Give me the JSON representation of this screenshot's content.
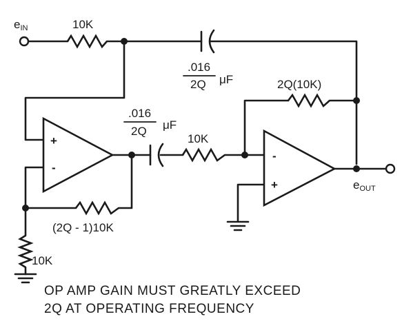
{
  "schematic": {
    "input": {
      "e": "e",
      "sub": "IN"
    },
    "output": {
      "e": "e",
      "sub": "OUT"
    },
    "r_input": "10K",
    "c_feedback": {
      "numerator": ".016",
      "denominator": "2Q",
      "unit": "μF"
    },
    "c_coupling": {
      "numerator": ".016",
      "denominator": "2Q",
      "unit": "μF"
    },
    "r_coupling": "10K",
    "r_output_feedback": "2Q(10K)",
    "r_amp1_feedback": "(2Q - 1)10K",
    "r_ground": "10K",
    "amp1": {
      "plus": "+",
      "minus": "-"
    },
    "amp2": {
      "plus": "+",
      "minus": "-"
    },
    "note": [
      "OP AMP GAIN MUST GREATLY EXCEED",
      "2Q AT OPERATING FREQUENCY"
    ]
  }
}
